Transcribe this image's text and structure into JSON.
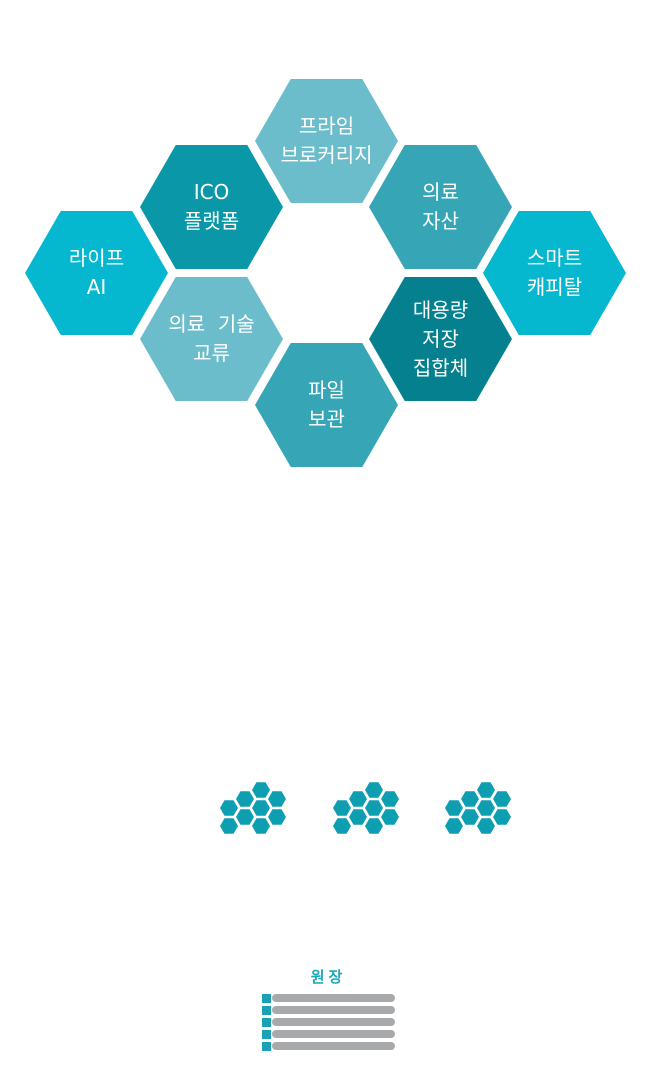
{
  "hexagons": {
    "prime_brokerage": {
      "line1": "프라임",
      "line2": "브로커리지",
      "color": "#6cbdcb"
    },
    "ico_platform": {
      "line1": "ICO",
      "line2": "플랫폼",
      "color": "#0a98a9"
    },
    "medical_assets": {
      "line1": "의료",
      "line2": "자산",
      "color": "#36a5b6"
    },
    "life_ai": {
      "line1": "라이프",
      "line2": "AI",
      "color": "#05b7cf"
    },
    "smart_capital": {
      "line1": "스마트",
      "line2": "캐피탈",
      "color": "#05b7cf"
    },
    "medical_tech_exchange": {
      "line1": "의료  기술",
      "line2": "교류",
      "color": "#6cbdcb"
    },
    "mass_storage": {
      "line1": "대용량",
      "line2": "저장",
      "line3": "집합체",
      "color": "#05808f"
    },
    "file_storage": {
      "line1": "파일",
      "line2": "보관",
      "color": "#36a5b6"
    }
  },
  "mini_clusters": {
    "count": 3,
    "color": "#0e9eb2"
  },
  "ledger": {
    "title": "원장",
    "rows": 5,
    "marker_color": "#1ba1b5",
    "bar_color": "#a7a9ab"
  }
}
